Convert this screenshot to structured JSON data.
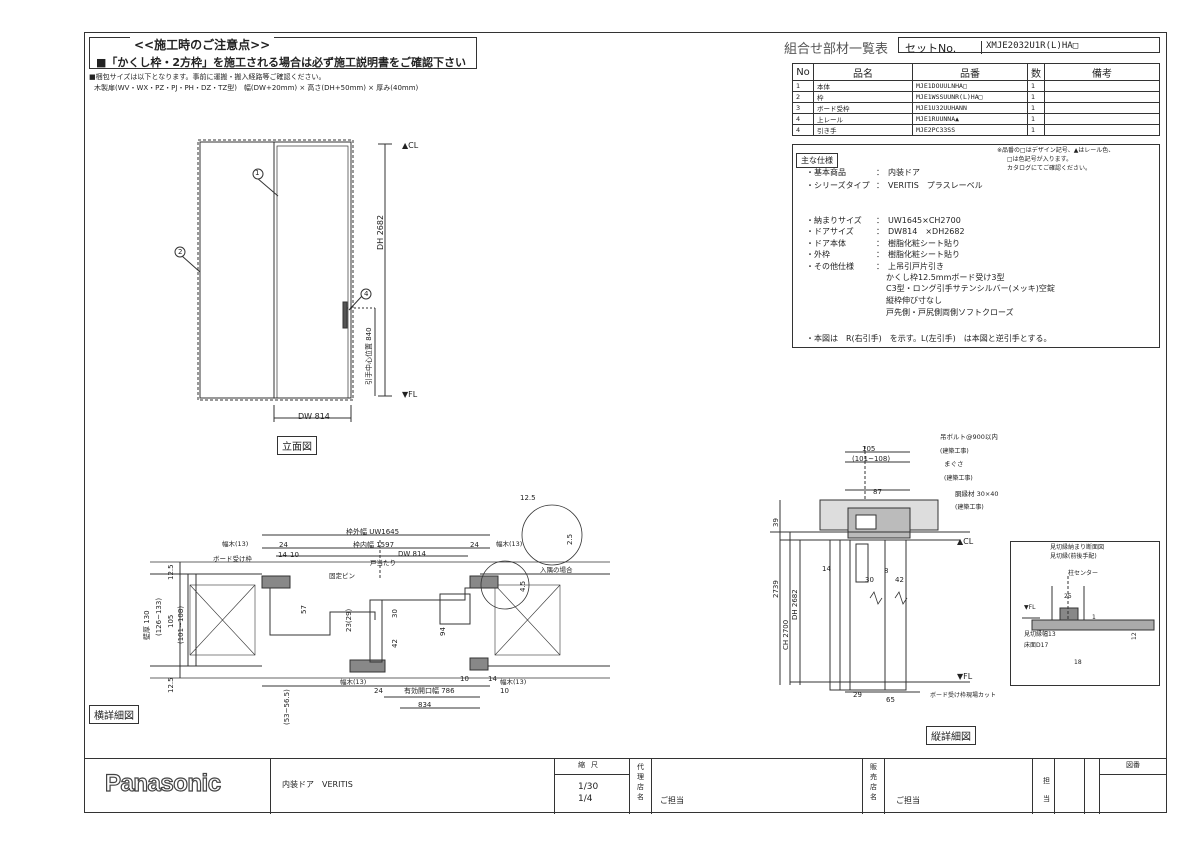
{
  "notes": {
    "heading": "<<施工時のご注意点>>",
    "warning": "■「かくし枠・2方枠」を施工される場合は必ず施工説明書をご確認下さい",
    "line1": "■梱包サイズは以下となります。事前に運搬・搬入経路等ご確認ください。",
    "line2": "木製扉(WV・WX・PZ・PJ・PH・DZ・TZ型)　幅(DW+20mm) × 高さ(DH+50mm) × 厚み(40mm)"
  },
  "parts_list": {
    "title": "組合せ部材一覧表",
    "set_label": "セットNo.",
    "set_no": "XMJE2032U1R(L)HA□",
    "headers": [
      "No",
      "品名",
      "品番",
      "数",
      "備考"
    ],
    "rows": [
      {
        "no": "1",
        "name": "本体",
        "code": "MJE1DOUULNHA□",
        "qty": "1"
      },
      {
        "no": "2",
        "name": "枠",
        "code": "MJE1WSSUUNR(L)HA□",
        "qty": "1"
      },
      {
        "no": "3",
        "name": "ボード受枠",
        "code": "MJE1U32UUHANN",
        "qty": "1"
      },
      {
        "no": "4",
        "name": "上レール",
        "code": "MJE1RUUNNA▲",
        "qty": "1"
      },
      {
        "no": "4",
        "name": "引き手",
        "code": "MJE2PC33SS",
        "qty": "1"
      }
    ],
    "remarks": [
      "※品番の□はデザイン記号、▲はレール色、",
      "□は色記号が入ります。",
      "カタログにてご確認ください。"
    ]
  },
  "spec": {
    "label": "主な仕様",
    "rows": [
      {
        "k": "・基本商品",
        "v": "：　内装ドア"
      },
      {
        "k": "・シリーズタイプ",
        "v": "：　VERITIS　プラスレーベル"
      },
      {
        "k": "・納まりサイズ",
        "v": "：　UW1645×CH2700"
      },
      {
        "k": "・ドアサイズ",
        "v": "：　DW814　×DH2682"
      },
      {
        "k": "・ドア本体",
        "v": "：　樹脂化粧シート貼り"
      },
      {
        "k": "・外枠",
        "v": "：　樹脂化粧シート貼り"
      },
      {
        "k": "・その他仕様",
        "v": "：　上吊引戸片引き"
      }
    ],
    "extra": [
      "かくし枠12.5mmボード受け3型",
      "C3型・ロング引手サテンシルバー(メッキ)空錠",
      "縦枠伸び寸なし",
      "戸先側・戸尻側両側ソフトクローズ"
    ],
    "note": "・本図は　R(右引手)　を示す。L(左引手)　は本図と逆引手とする。"
  },
  "elevation": {
    "caption": "立面図",
    "dw": "DW 814",
    "dh": "DH 2682",
    "handle": "引手中心位置 840",
    "cl": "▲CL",
    "fl": "▼FL",
    "tags": [
      "1",
      "2",
      "4"
    ]
  },
  "horizontal": {
    "caption": "横詳細図",
    "labels": {
      "uw": "枠外幅 UW1645",
      "inner": "枠内幅 1597",
      "dw": "DW 814",
      "eff": "有効開口幅 786",
      "d834": "834",
      "habaki": "幅木(13)",
      "board": "ボード受け枠",
      "pin": "固定ピン",
      "tsuki": "戸当たり",
      "inout": "入隅の場合",
      "wall": "壁厚 130",
      "w105": "105",
      "w126": "(126~133)",
      "w101": "(101~108)",
      "w53": "(53~56.5)",
      "d12": "12.5"
    },
    "dims": [
      "24",
      "24",
      "14",
      "10",
      "57",
      "23(29)",
      "30",
      "42",
      "94",
      "24",
      "10",
      "14",
      "4.5",
      "2.5",
      "10"
    ]
  },
  "vertical": {
    "caption": "縦詳細図",
    "labels": {
      "d105": "105",
      "d101": "(101~108)",
      "d87": "87",
      "bolt": "吊ボルト@900以内",
      "bolt_note": "(建築工事)",
      "mawa": "まぐさ",
      "mawa_note": "(建築工事)",
      "frame": "胴縁材 30×40",
      "frame_note": "(建築工事)",
      "d39": "39",
      "cl": "▲CL",
      "fl": "▼FL",
      "h2739": "2739",
      "ch": "CH 2700",
      "dh": "DH 2682",
      "d14": "14",
      "d30": "30",
      "d42": "42",
      "d8": "8",
      "d29": "29",
      "d65": "65",
      "cut": "ボード受け枠現場カット",
      "inset_title": "見切縁納まり断面図",
      "inset_sub": "見切縁(前後手配)",
      "center": "柱センター",
      "d25": "25",
      "d13": "見切縁幅13",
      "d17": "床面D17",
      "d12": "12",
      "d18": "18",
      "d1": "1"
    }
  },
  "titleblock": {
    "brand": "Panasonic",
    "product": "内装ドア　VERITIS",
    "scale_label": "縮尺",
    "scale1": "1/30",
    "scale2": "1/4",
    "agent_label": "代理店名",
    "agent_contact": "ご担当",
    "dealer_label": "販売店名",
    "dealer_contact": "ご担当",
    "charge_label": "担当",
    "drawing_no_label": "図番"
  }
}
